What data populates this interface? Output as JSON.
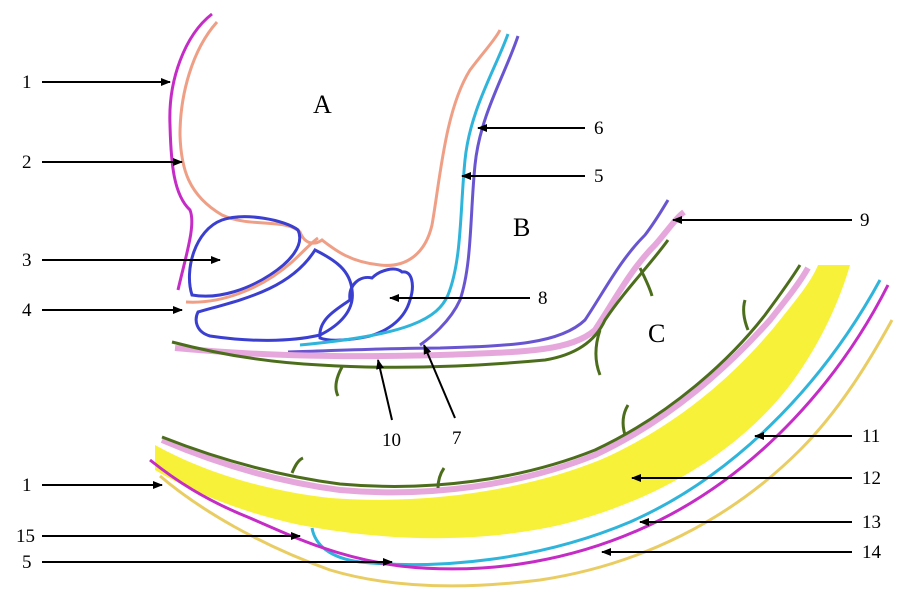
{
  "regions": {
    "a": "A",
    "b": "B",
    "c": "C"
  },
  "labels": {
    "l1_top": "1",
    "l2": "2",
    "l3": "3",
    "l4": "4",
    "l6": "6",
    "l5_top": "5",
    "l9": "9",
    "l8": "8",
    "l10": "10",
    "l7": "7",
    "l11": "11",
    "l12": "12",
    "l13": "13",
    "l14": "14",
    "l1_bottom": "1",
    "l15": "15",
    "l5_bottom": "5"
  },
  "colors": {
    "magenta": "#c52cc6",
    "salmon": "#ef9f85",
    "blue": "#3a3fd0",
    "cyan": "#2fb5db",
    "purple": "#6a55d0",
    "pink": "#e6a8dc",
    "green": "#4c6e1c",
    "yellow": "#f7f13a",
    "gold": "#eacd62",
    "arrow": "#000000"
  }
}
